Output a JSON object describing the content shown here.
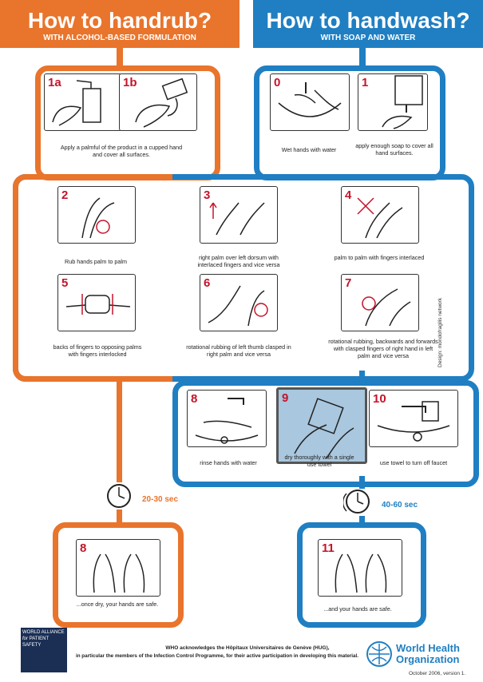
{
  "handrub": {
    "title": "How to handrub?",
    "subtitle": "WITH ALCOHOL-BASED FORMULATION"
  },
  "handwash": {
    "title": "How to handwash?",
    "subtitle": "WITH SOAP AND WATER"
  },
  "steps": {
    "s1a": {
      "num": "1a"
    },
    "s1b": {
      "num": "1b",
      "caption": "Apply a palmful of the product in a cupped hand and cover all surfaces."
    },
    "s0": {
      "num": "0",
      "caption": "Wet hands with water"
    },
    "s1": {
      "num": "1",
      "caption": "apply enough soap to cover all hand surfaces."
    },
    "s2": {
      "num": "2",
      "caption": "Rub hands palm to palm"
    },
    "s3": {
      "num": "3",
      "caption": "right palm over left dorsum with interlaced fingers and vice versa"
    },
    "s4": {
      "num": "4",
      "caption": "palm to palm with fingers interlaced"
    },
    "s5": {
      "num": "5",
      "caption": "backs of fingers to opposing palms with fingers interlocked"
    },
    "s6": {
      "num": "6",
      "caption": "rotational rubbing of left thumb clasped in right palm and vice versa"
    },
    "s7": {
      "num": "7",
      "caption": "rotational rubbing, backwards and forwards with clasped fingers of right hand in left palm and vice versa"
    },
    "s8w": {
      "num": "8",
      "caption": "rinse hands with water"
    },
    "s9": {
      "num": "9",
      "caption": "dry thoroughly with a single use towel"
    },
    "s10": {
      "num": "10",
      "caption": "use towel to turn off faucet"
    },
    "s8r": {
      "num": "8",
      "caption": "...once dry, your hands are safe."
    },
    "s11": {
      "num": "11",
      "caption": "...and your hands are safe."
    }
  },
  "timers": {
    "handrub": "20-30 sec",
    "handwash": "40-60 sec"
  },
  "footer": {
    "acknowledgement_line1": "WHO acknowledges the Hôpitaux Universitaires de Genève (HUG),",
    "acknowledgement_line2": "in particular the members of the Infection Control Programme, for their active participation in developing this material.",
    "alliance_line1": "WORLD ALLIANCE",
    "alliance_line2": "PATIENT SAFETY",
    "alliance_for": "for",
    "who_line1": "World Health",
    "who_line2": "Organization",
    "date": "October 2006, version 1.",
    "side_credit": "Design: mondofragilis network"
  },
  "colors": {
    "orange": "#e9742c",
    "blue": "#1f7fc2",
    "step_red": "#c4142b"
  }
}
